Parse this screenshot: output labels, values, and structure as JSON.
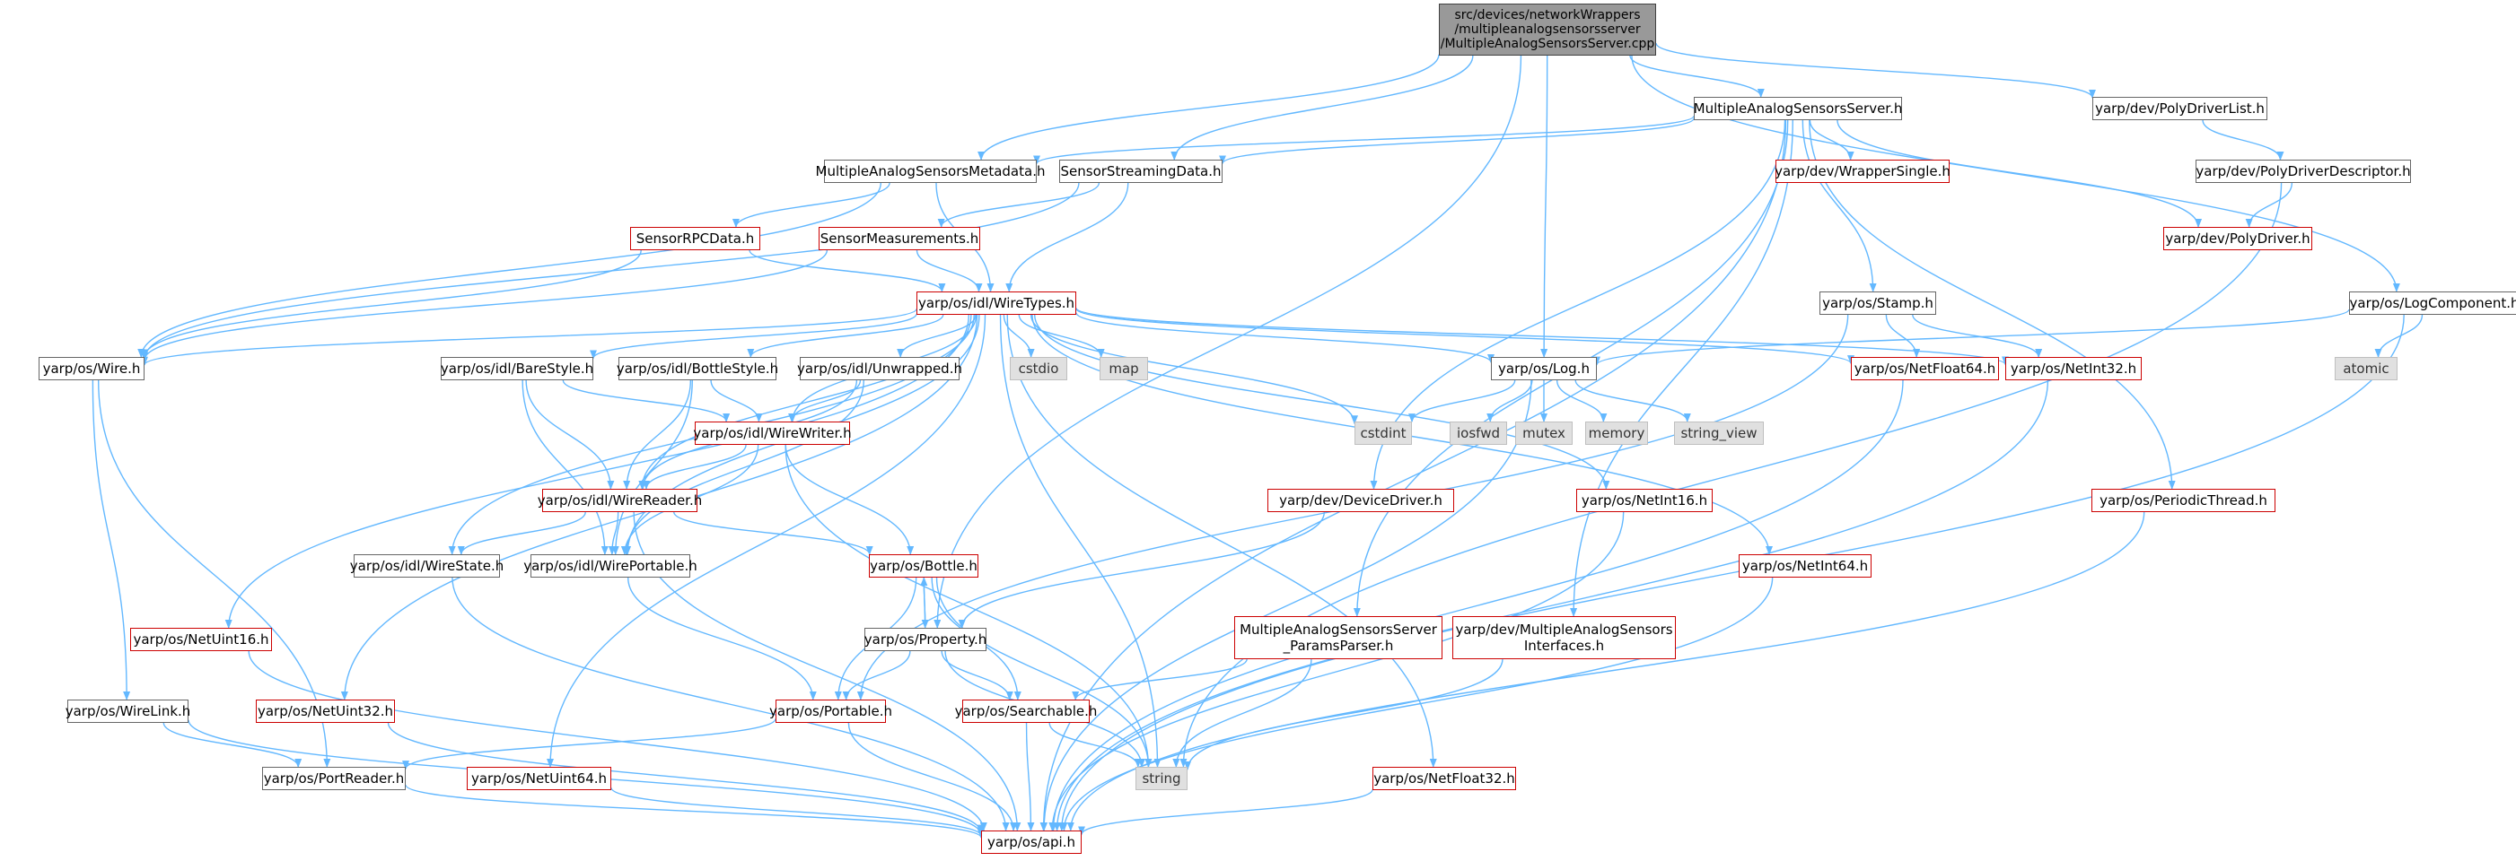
{
  "nodes": {
    "root": "src/devices/networkWrappers\n/multipleanalogsensorsserver\n/MultipleAnalogSensorsServer.cpp",
    "mass_h": "MultipleAnalogSensorsServer.h",
    "polydriverlist": "yarp/dev/PolyDriverList.h",
    "metadata": "MultipleAnalogSensorsMetadata.h",
    "streaming": "SensorStreamingData.h",
    "wrappersingle": "yarp/dev/WrapperSingle.h",
    "polydriverdesc": "yarp/dev/PolyDriverDescriptor.h",
    "sensorrpc": "SensorRPCData.h",
    "measurements": "SensorMeasurements.h",
    "polydriver": "yarp/dev/PolyDriver.h",
    "wiretypes": "yarp/os/idl/WireTypes.h",
    "stamp": "yarp/os/Stamp.h",
    "logcomponent": "yarp/os/LogComponent.h",
    "wire": "yarp/os/Wire.h",
    "barestyle": "yarp/os/idl/BareStyle.h",
    "bottlestyle": "yarp/os/idl/BottleStyle.h",
    "unwrapped": "yarp/os/idl/Unwrapped.h",
    "cstdio": "cstdio",
    "map": "map",
    "log": "yarp/os/Log.h",
    "netfloat64": "yarp/os/NetFloat64.h",
    "netint32": "yarp/os/NetInt32.h",
    "atomic": "atomic",
    "wirewriter": "yarp/os/idl/WireWriter.h",
    "cstdint": "cstdint",
    "iosfwd": "iosfwd",
    "mutex": "mutex",
    "memory": "memory",
    "string_view": "string_view",
    "wirereader": "yarp/os/idl/WireReader.h",
    "devicedriver": "yarp/dev/DeviceDriver.h",
    "netint16": "yarp/os/NetInt16.h",
    "periodicthread": "yarp/os/PeriodicThread.h",
    "wirestate": "yarp/os/idl/WireState.h",
    "wireportable": "yarp/os/idl/WirePortable.h",
    "bottle": "yarp/os/Bottle.h",
    "netint64": "yarp/os/NetInt64.h",
    "netuint16": "yarp/os/NetUint16.h",
    "property": "yarp/os/Property.h",
    "paramsparser": "MultipleAnalogSensorsServer\n_ParamsParser.h",
    "interfaces": "yarp/dev/MultipleAnalogSensors\nInterfaces.h",
    "wirelink": "yarp/os/WireLink.h",
    "netuint32": "yarp/os/NetUint32.h",
    "portable": "yarp/os/Portable.h",
    "searchable": "yarp/os/Searchable.h",
    "string": "string",
    "portreader": "yarp/os/PortReader.h",
    "netuint64": "yarp/os/NetUint64.h",
    "netfloat32": "yarp/os/NetFloat32.h",
    "api": "yarp/os/api.h"
  },
  "colors": {
    "edge": "#63b8ff",
    "border_documented": "#666666",
    "border_missing": "#cc0000",
    "system_fill": "#e0e0e0",
    "root_fill": "#999999"
  },
  "edges": [
    [
      "root",
      "mass_h"
    ],
    [
      "root",
      "polydriverlist"
    ],
    [
      "root",
      "logcomponent"
    ],
    [
      "root",
      "metadata"
    ],
    [
      "root",
      "streaming"
    ],
    [
      "root",
      "log"
    ],
    [
      "root",
      "property"
    ],
    [
      "mass_h",
      "metadata"
    ],
    [
      "mass_h",
      "streaming"
    ],
    [
      "mass_h",
      "wrappersingle"
    ],
    [
      "mass_h",
      "polydriver"
    ],
    [
      "mass_h",
      "stamp"
    ],
    [
      "mass_h",
      "periodicthread"
    ],
    [
      "mass_h",
      "interfaces"
    ],
    [
      "mass_h",
      "paramsparser"
    ],
    [
      "mass_h",
      "devicedriver"
    ],
    [
      "mass_h",
      "api"
    ],
    [
      "polydriverlist",
      "polydriverdesc"
    ],
    [
      "polydriverdesc",
      "polydriver"
    ],
    [
      "polydriverdesc",
      "string"
    ],
    [
      "metadata",
      "sensorrpc"
    ],
    [
      "metadata",
      "wiretypes"
    ],
    [
      "metadata",
      "wire"
    ],
    [
      "streaming",
      "measurements"
    ],
    [
      "streaming",
      "wiretypes"
    ],
    [
      "streaming",
      "wire"
    ],
    [
      "sensorrpc",
      "wiretypes"
    ],
    [
      "sensorrpc",
      "wire"
    ],
    [
      "measurements",
      "wiretypes"
    ],
    [
      "measurements",
      "wire"
    ],
    [
      "wiretypes",
      "wire"
    ],
    [
      "wiretypes",
      "barestyle"
    ],
    [
      "wiretypes",
      "bottlestyle"
    ],
    [
      "wiretypes",
      "unwrapped"
    ],
    [
      "wiretypes",
      "cstdio"
    ],
    [
      "wiretypes",
      "map"
    ],
    [
      "wiretypes",
      "log"
    ],
    [
      "wiretypes",
      "netfloat64"
    ],
    [
      "wiretypes",
      "netint32"
    ],
    [
      "wiretypes",
      "wirewriter"
    ],
    [
      "wiretypes",
      "cstdint"
    ],
    [
      "wiretypes",
      "wirereader"
    ],
    [
      "wiretypes",
      "netint16"
    ],
    [
      "wiretypes",
      "wirestate"
    ],
    [
      "wiretypes",
      "wireportable"
    ],
    [
      "wiretypes",
      "netint64"
    ],
    [
      "wiretypes",
      "netuint16"
    ],
    [
      "wiretypes",
      "netuint32"
    ],
    [
      "wiretypes",
      "netuint64"
    ],
    [
      "wiretypes",
      "netfloat32"
    ],
    [
      "wiretypes",
      "string"
    ],
    [
      "stamp",
      "netfloat64"
    ],
    [
      "stamp",
      "netint32"
    ],
    [
      "stamp",
      "portable"
    ],
    [
      "logcomponent",
      "log"
    ],
    [
      "logcomponent",
      "atomic"
    ],
    [
      "logcomponent",
      "api"
    ],
    [
      "wire",
      "wirelink"
    ],
    [
      "wire",
      "portreader"
    ],
    [
      "barestyle",
      "wirewriter"
    ],
    [
      "barestyle",
      "wirereader"
    ],
    [
      "barestyle",
      "wireportable"
    ],
    [
      "bottlestyle",
      "wirewriter"
    ],
    [
      "bottlestyle",
      "wirereader"
    ],
    [
      "bottlestyle",
      "wireportable"
    ],
    [
      "unwrapped",
      "wirewriter"
    ],
    [
      "unwrapped",
      "wirereader"
    ],
    [
      "unwrapped",
      "wireportable"
    ],
    [
      "log",
      "cstdint"
    ],
    [
      "log",
      "iosfwd"
    ],
    [
      "log",
      "mutex"
    ],
    [
      "log",
      "memory"
    ],
    [
      "log",
      "string_view"
    ],
    [
      "log",
      "api"
    ],
    [
      "netfloat64",
      "api"
    ],
    [
      "netint32",
      "api"
    ],
    [
      "wirewriter",
      "wirereader"
    ],
    [
      "wirewriter",
      "wireportable"
    ],
    [
      "wirewriter",
      "bottle"
    ],
    [
      "wirewriter",
      "string"
    ],
    [
      "wirereader",
      "wirestate"
    ],
    [
      "wirereader",
      "wireportable"
    ],
    [
      "wirereader",
      "bottle"
    ],
    [
      "wirereader",
      "api"
    ],
    [
      "devicedriver",
      "property"
    ],
    [
      "netint16",
      "api"
    ],
    [
      "periodicthread",
      "api"
    ],
    [
      "wirestate",
      "api"
    ],
    [
      "wireportable",
      "portable"
    ],
    [
      "bottle",
      "property"
    ],
    [
      "bottle",
      "portable"
    ],
    [
      "bottle",
      "searchable"
    ],
    [
      "bottle",
      "string"
    ],
    [
      "netint64",
      "api"
    ],
    [
      "netuint16",
      "api"
    ],
    [
      "property",
      "bottle"
    ],
    [
      "property",
      "portable"
    ],
    [
      "property",
      "searchable"
    ],
    [
      "property",
      "string"
    ],
    [
      "paramsparser",
      "searchable"
    ],
    [
      "paramsparser",
      "string"
    ],
    [
      "interfaces",
      "string"
    ],
    [
      "wirelink",
      "portreader"
    ],
    [
      "wirelink",
      "api"
    ],
    [
      "netuint32",
      "api"
    ],
    [
      "portable",
      "portreader"
    ],
    [
      "portable",
      "api"
    ],
    [
      "searchable",
      "string"
    ],
    [
      "searchable",
      "api"
    ],
    [
      "portreader",
      "api"
    ],
    [
      "netuint64",
      "api"
    ],
    [
      "netfloat32",
      "api"
    ]
  ]
}
